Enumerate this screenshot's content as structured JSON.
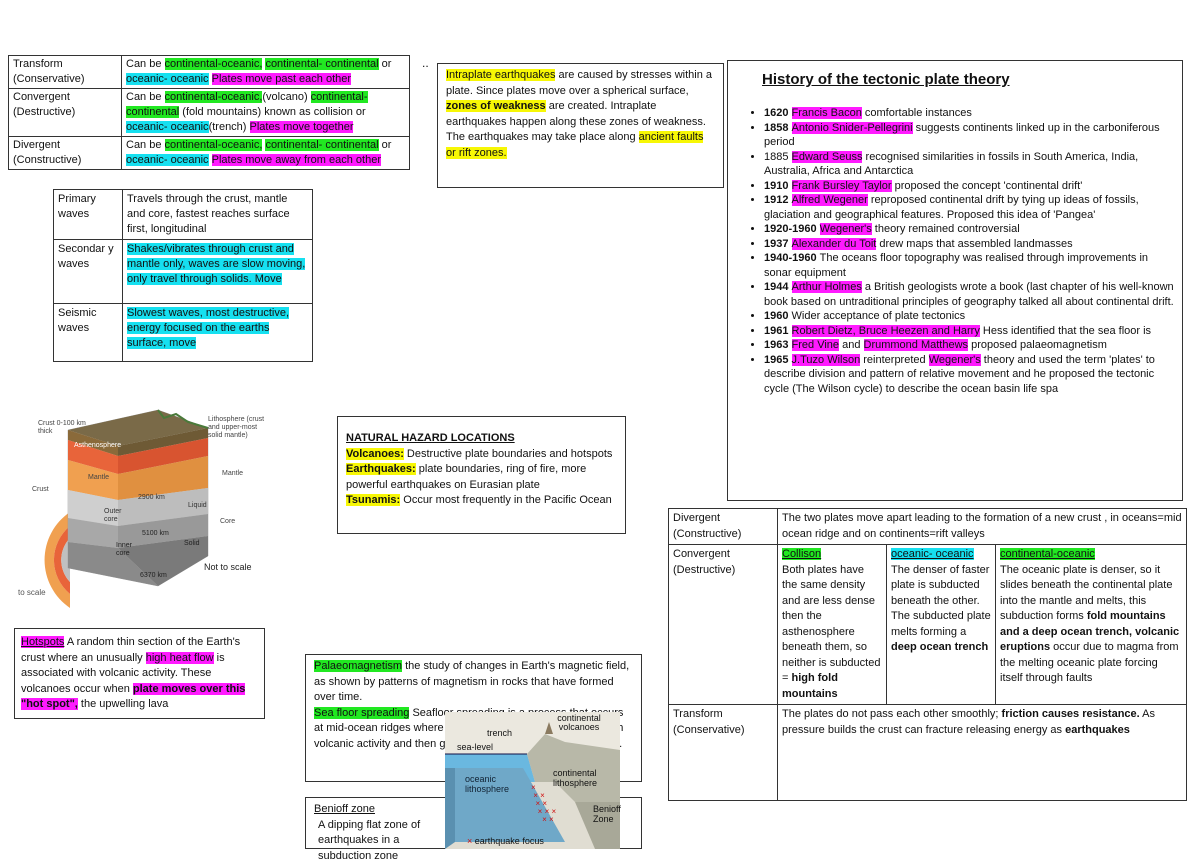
{
  "boundaries_table": [
    {
      "label": "Transform (Conservative)",
      "parts": [
        {
          "t": "Can be "
        },
        {
          "t": "continental-oceanic,",
          "hl": "g"
        },
        {
          "t": " "
        },
        {
          "t": " continental- continental",
          "hl": "g"
        },
        {
          "t": " or "
        },
        {
          "t": " oceanic- oceanic",
          "hl": "c"
        },
        {
          "t": " "
        },
        {
          "t": "Plates move past each other",
          "hl": "m"
        }
      ]
    },
    {
      "label": "Convergent (Destructive)",
      "parts": [
        {
          "t": "Can be "
        },
        {
          "t": "continental-oceanic,",
          "hl": "g"
        },
        {
          "t": "(volcano) "
        },
        {
          "t": "continental- continental",
          "hl": "g"
        },
        {
          "t": " (fold mountains) known as collision or "
        },
        {
          "t": "oceanic- oceanic",
          "hl": "c"
        },
        {
          "t": "(trench) "
        },
        {
          "t": "Plates move together",
          "hl": "m"
        }
      ]
    },
    {
      "label": "Divergent (Constructive)",
      "parts": [
        {
          "t": "Can be "
        },
        {
          "t": "continental-oceanic,",
          "hl": "g"
        },
        {
          "t": " "
        },
        {
          "t": "continental- continental",
          "hl": "g"
        },
        {
          "t": " or "
        },
        {
          "t": " oceanic- oceanic",
          "hl": "c"
        },
        {
          "t": " "
        },
        {
          "t": "Plates move away from each other",
          "hl": "m"
        }
      ]
    }
  ],
  "dots": "..",
  "waves_table": [
    {
      "label": "Primary waves",
      "parts": [
        {
          "t": "Travels through the crust, mantle and core, fastest reaches surface first, longitudinal"
        }
      ]
    },
    {
      "label": "Secondar y waves",
      "parts": [
        {
          "t": "Shakes/vibrates through crust and mantle only, waves are slow moving, only travel through solids. Move",
          "hl": "c"
        }
      ]
    },
    {
      "label": "Seismic waves",
      "parts": [
        {
          "t": "Slowest waves, most destructive, energy focused on the earths surface, move",
          "hl": "c"
        }
      ]
    }
  ],
  "intraplate": [
    {
      "t": "Intraplate earthquakes",
      "hl": "y"
    },
    {
      "t": " are caused by stresses within a plate. Since plates move over a spherical surface, "
    },
    {
      "t": "zones of weakness",
      "hl": "y",
      "b": true
    },
    {
      "t": " are created. Intraplate earthquakes happen along these zones of weakness. The earthquakes may take place along "
    },
    {
      "t": "ancient faults or rift zones.",
      "hl": "y"
    }
  ],
  "history": {
    "title": "History of the tectonic plate theory",
    "items": [
      [
        {
          "t": "1620 ",
          "b": true
        },
        {
          "t": "Francis Bacon",
          "hl": "m"
        },
        {
          "t": " comfortable instances"
        }
      ],
      [
        {
          "t": "1858 ",
          "b": true
        },
        {
          "t": "Antonio Snider-Pellegrini",
          "hl": "m"
        },
        {
          "t": " suggests continents linked up in the carboniferous period"
        }
      ],
      [
        {
          "t": "1885 "
        },
        {
          "t": "Edward Seuss",
          "hl": "m"
        },
        {
          "t": " recognised similarities in fossils in South America, India, Australia, Africa and Antarctica"
        }
      ],
      [
        {
          "t": "1910 ",
          "b": true
        },
        {
          "t": "Frank Bursley Taylor",
          "hl": "m"
        },
        {
          "t": " proposed the concept 'continental drift'"
        }
      ],
      [
        {
          "t": "1912 ",
          "b": true
        },
        {
          "t": "Alfred Wegener",
          "hl": "m"
        },
        {
          "t": " reproposed continental drift by tying up ideas of fossils, glaciation and geographical features. Proposed this idea of 'Pangea'"
        }
      ],
      [
        {
          "t": "1920-1960 ",
          "b": true
        },
        {
          "t": "Wegener's",
          "hl": "m"
        },
        {
          "t": " theory remained controversial"
        }
      ],
      [
        {
          "t": "1937 ",
          "b": true
        },
        {
          "t": "Alexander du Toit",
          "hl": "m"
        },
        {
          "t": " drew maps that assembled landmasses"
        }
      ],
      [
        {
          "t": "1940-1960 ",
          "b": true
        },
        {
          "t": "The oceans floor topography was realised through improvements in sonar equipment"
        }
      ],
      [
        {
          "t": "1944 ",
          "b": true
        },
        {
          "t": "Arthur Holmes",
          "hl": "m"
        },
        {
          "t": " a British geologists wrote a book (last chapter of his well-known book based on untraditional principles of geography talked all about continental drift."
        }
      ],
      [
        {
          "t": "1960 ",
          "b": true
        },
        {
          "t": "Wider acceptance of plate tectonics"
        }
      ],
      [
        {
          "t": "1961 ",
          "b": true
        },
        {
          "t": "Robert Dietz, Bruce Heezen and Harry",
          "hl": "m"
        },
        {
          "t": " Hess identified that the sea floor is"
        }
      ],
      [
        {
          "t": "1963 ",
          "b": true
        },
        {
          "t": "Fred Vine",
          "hl": "m"
        },
        {
          "t": " and "
        },
        {
          "t": "Drummond Matthews",
          "hl": "m"
        },
        {
          "t": " proposed palaeomagnetism"
        }
      ],
      [
        {
          "t": "1965 ",
          "b": true
        },
        {
          "t": "J.Tuzo Wilson",
          "hl": "m"
        },
        {
          "t": " reinterpreted "
        },
        {
          "t": "Wegener's",
          "hl": "m"
        },
        {
          "t": " theory and used the term 'plates' to describe  division and pattern of relative movement and he proposed the tectonic cycle (The Wilson cycle) to describe the ocean basin life spa"
        }
      ]
    ]
  },
  "earth_diagram": {
    "labels": [
      "Crust 0-100 km thick",
      "Lithosphere (crust and upper-most solid mantle)",
      "Asthenosphere",
      "Mantle",
      "Mantle",
      "Crust",
      "2900 km",
      "Outer core",
      "Liquid",
      "Core",
      "5100 km",
      "Inner core",
      "Solid",
      "6370 km",
      "Not to scale",
      "to scale"
    ],
    "colors": {
      "crust": "#8a6a3a",
      "asthenosphere": "#e8643a",
      "mantle": "#f0a050",
      "outer_core": "#c8c8c8",
      "inner_core": "#888888",
      "core_band": "#f0b060"
    }
  },
  "natural_hazard": {
    "title": "NATURAL HAZARD LOCATIONS",
    "lines": [
      [
        {
          "t": "Volcanoes:",
          "hl": "y",
          "b": true
        },
        {
          "t": " Destructive plate boundaries and hotspots"
        }
      ],
      [
        {
          "t": "Earthquakes:",
          "hl": "y",
          "b": true
        },
        {
          "t": " plate boundaries, ring of fire, more powerful earthquakes on Eurasian plate"
        }
      ],
      [
        {
          "t": "Tsunamis:",
          "hl": "y",
          "b": true
        },
        {
          "t": " Occur most frequently in the Pacific Ocean"
        }
      ]
    ]
  },
  "hotspots": [
    {
      "t": "Hotspots",
      "hl": "m",
      "u": true
    },
    {
      "t": " A random thin section of the Earth's crust where an unusually "
    },
    {
      "t": "high heat flow",
      "hl": "m"
    },
    {
      "t": " is associated with volcanic activity. These volcanoes occur when "
    },
    {
      "t": "plate moves over this \"hot spot\",",
      "hl": "m",
      "b": true
    },
    {
      "t": " the upwelling lava"
    }
  ],
  "palaeo": [
    {
      "t": "Palaeomagnetism",
      "hl": "g"
    },
    {
      "t": " the study of changes in Earth's magnetic field, as shown by patterns of magnetism in rocks that have formed over time."
    }
  ],
  "seafloor": [
    {
      "t": "Sea floor spreading",
      "hl": "g"
    },
    {
      "t": " Seafloor spreading is a process that occurs at mid-ocean ridges where new oceanic crust is formed through volcanic activity and then gradually moves away from the ridge."
    }
  ],
  "benioff": {
    "title": "Benioff zone",
    "text": "A dipping flat zone of earthquakes in a subduction zone"
  },
  "subduction_diagram": {
    "labels": [
      "continental volcanoes",
      "trench",
      "sea-level",
      "oceanic lithosphere",
      "continental lithosphere",
      "Benioff Zone",
      "earthquake focus"
    ],
    "colors": {
      "sea": "#6ab8e0",
      "ocean_plate": "#6fa8c8",
      "cont_plate": "#b8b8a8",
      "bg": "#ebe8df",
      "quake": "#d01010"
    }
  },
  "movement_table": {
    "divergent": {
      "label": "Divergent (Constructive)",
      "text": [
        {
          "t": "The two plates move apart leading to the formation of a new crust , in oceans=mid ocean ridge and on continents=rift valleys"
        }
      ]
    },
    "convergent": {
      "label": "Convergent (Destructive)",
      "cols": [
        {
          "head": "Collison",
          "hl": "g",
          "text": [
            {
              "t": "Both plates have the same density and are less dense then the asthenosphere beneath them, so neither is subducted = "
            },
            {
              "t": "high fold mountains",
              "b": true
            }
          ]
        },
        {
          "head": "oceanic- oceanic",
          "hl": "c",
          "text": [
            {
              "t": "The denser of faster plate is subducted beneath the other. The subducted plate melts forming a "
            },
            {
              "t": "deep ocean trench",
              "b": true
            }
          ]
        },
        {
          "head": "continental-oceanic",
          "hl": "g",
          "text": [
            {
              "t": "The oceanic plate is denser, so it slides beneath the continental plate into the mantle and melts, this subduction forms "
            },
            {
              "t": "fold mountains and a deep ocean trench, volcanic eruptions",
              "b": true
            },
            {
              "t": " occur due to magma from the melting oceanic plate forcing itself through faults"
            }
          ]
        }
      ]
    },
    "transform": {
      "label": "Transform (Conservative)",
      "text": [
        {
          "t": "The plates do not pass each other smoothly; "
        },
        {
          "t": "friction causes resistance.",
          "b": true
        },
        {
          "t": " As pressure builds the crust can fracture releasing energy as "
        },
        {
          "t": "earthquakes",
          "b": true
        }
      ]
    }
  }
}
